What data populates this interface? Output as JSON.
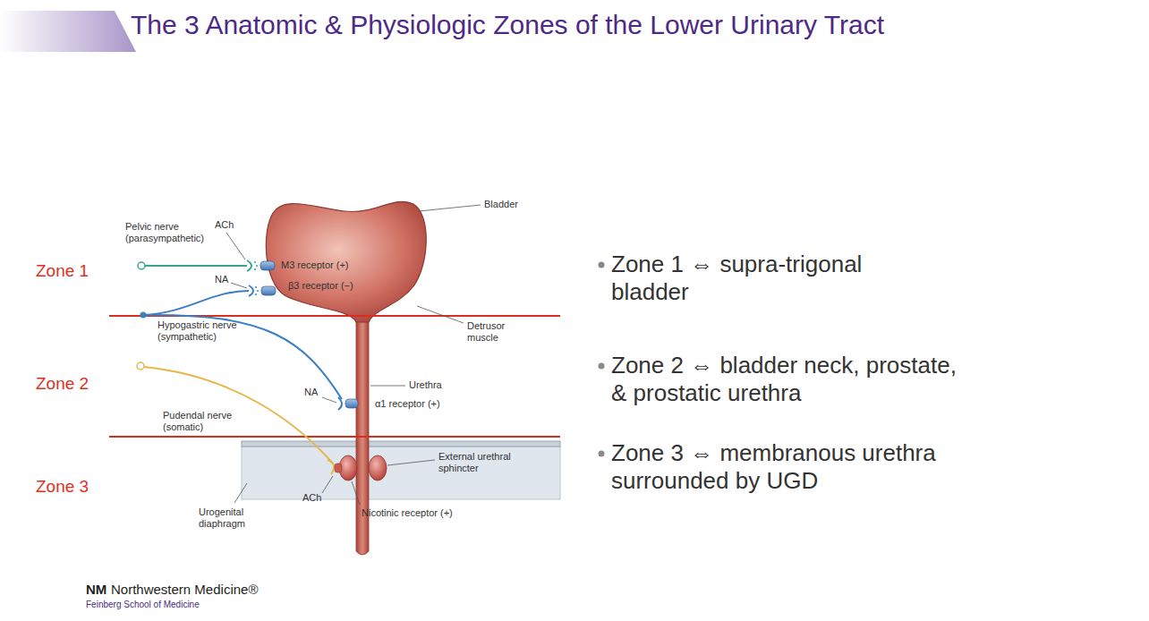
{
  "diagram": {
    "title": "The 3 Anatomic & Physiologic Zones of the Lower Urinary Tract",
    "labels": [
      "Zone 1",
      "Zone 2",
      "Zone 3",
      "Pelvic nerve (parasympathetic)",
      "ACh",
      "M3 receptor (+)",
      "NA",
      "β3 receptor (−)",
      "Bladder",
      "Hypogastric nerve (sympathetic)",
      "Detrusor muscle",
      "NA",
      "Urethra",
      "α1 receptor (+)",
      "Pudendal nerve (somatic)",
      "External urethral sphincter",
      "ACh",
      "Nicotinic receptor (+)",
      "Urogenital diaphragm",
      "Zone 1 ⇔ supra-trigonal bladder",
      "Zone 2 ⇔ bladder neck, prostate, & prostatic urethra",
      "Zone 3 ⇔ membranous urethra surrounded by UGD",
      "NM",
      "Northwestern Medicine®",
      "Feinberg School of Medicine"
    ]
  }
}
